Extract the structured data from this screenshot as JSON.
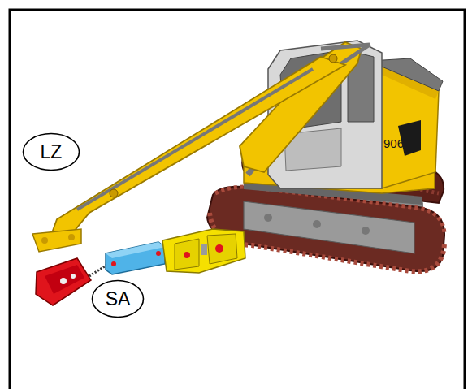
{
  "diagram": {
    "nodes": [
      {
        "text": [
          "LZ"
        ]
      },
      {
        "text": [
          "SA"
        ]
      }
    ],
    "labels": [
      "906"
    ]
  }
}
